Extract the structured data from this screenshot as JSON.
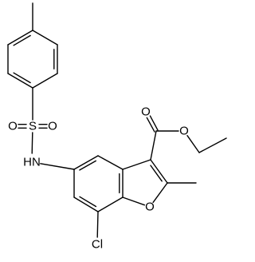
{
  "colors": {
    "background": "#ffffff",
    "bond": "#000000",
    "text": "#000000"
  },
  "atoms": [
    {
      "id": "c_me_tol"
    },
    {
      "id": "c_t1"
    },
    {
      "id": "c_t2"
    },
    {
      "id": "c_t3"
    },
    {
      "id": "c_t4"
    },
    {
      "id": "c_t5"
    },
    {
      "id": "c_t6"
    },
    {
      "id": "s",
      "label": "S"
    },
    {
      "id": "o_s1",
      "label": "O"
    },
    {
      "id": "o_s2",
      "label": "O"
    },
    {
      "id": "n",
      "label": "HN"
    },
    {
      "id": "c5"
    },
    {
      "id": "c4"
    },
    {
      "id": "c3a"
    },
    {
      "id": "c7a"
    },
    {
      "id": "c7"
    },
    {
      "id": "c6"
    },
    {
      "id": "c3"
    },
    {
      "id": "c2"
    },
    {
      "id": "o1",
      "label": "O"
    },
    {
      "id": "c_me2"
    },
    {
      "id": "c_carb"
    },
    {
      "id": "o_carbonyl",
      "label": "O"
    },
    {
      "id": "o_ester",
      "label": "O"
    },
    {
      "id": "c_ch2"
    },
    {
      "id": "c_ch3"
    },
    {
      "id": "cl",
      "label": "Cl"
    }
  ],
  "bonds": [
    {
      "a": "c_me_tol",
      "b": "c_t1",
      "order": 1
    },
    {
      "a": "c_t1",
      "b": "c_t2",
      "order": 1
    },
    {
      "a": "c_t2",
      "b": "c_t3",
      "order": 2
    },
    {
      "a": "c_t3",
      "b": "c_t4",
      "order": 1
    },
    {
      "a": "c_t4",
      "b": "c_t5",
      "order": 2
    },
    {
      "a": "c_t5",
      "b": "c_t6",
      "order": 1
    },
    {
      "a": "c_t6",
      "b": "c_t1",
      "order": 2
    },
    {
      "a": "c_t4",
      "b": "s",
      "order": 1
    },
    {
      "a": "s",
      "b": "o_s1",
      "order": 2
    },
    {
      "a": "s",
      "b": "o_s2",
      "order": 2
    },
    {
      "a": "s",
      "b": "n",
      "order": 1
    },
    {
      "a": "n",
      "b": "c5",
      "order": 1
    },
    {
      "a": "c5",
      "b": "c4",
      "order": 2
    },
    {
      "a": "c4",
      "b": "c3a",
      "order": 1
    },
    {
      "a": "c3a",
      "b": "c7a",
      "order": 2
    },
    {
      "a": "c7a",
      "b": "c7",
      "order": 1
    },
    {
      "a": "c7",
      "b": "c6",
      "order": 2
    },
    {
      "a": "c6",
      "b": "c5",
      "order": 1
    },
    {
      "a": "c3a",
      "b": "c3",
      "order": 1
    },
    {
      "a": "c3",
      "b": "c2",
      "order": 2
    },
    {
      "a": "c2",
      "b": "o1",
      "order": 1
    },
    {
      "a": "o1",
      "b": "c7a",
      "order": 1
    },
    {
      "a": "c2",
      "b": "c_me2",
      "order": 1
    },
    {
      "a": "c3",
      "b": "c_carb",
      "order": 1
    },
    {
      "a": "c_carb",
      "b": "o_carbonyl",
      "order": 2
    },
    {
      "a": "c_carb",
      "b": "o_ester",
      "order": 1
    },
    {
      "a": "o_ester",
      "b": "c_ch2",
      "order": 1
    },
    {
      "a": "c_ch2",
      "b": "c_ch3",
      "order": 1
    },
    {
      "a": "c7",
      "b": "cl",
      "order": 1
    }
  ]
}
